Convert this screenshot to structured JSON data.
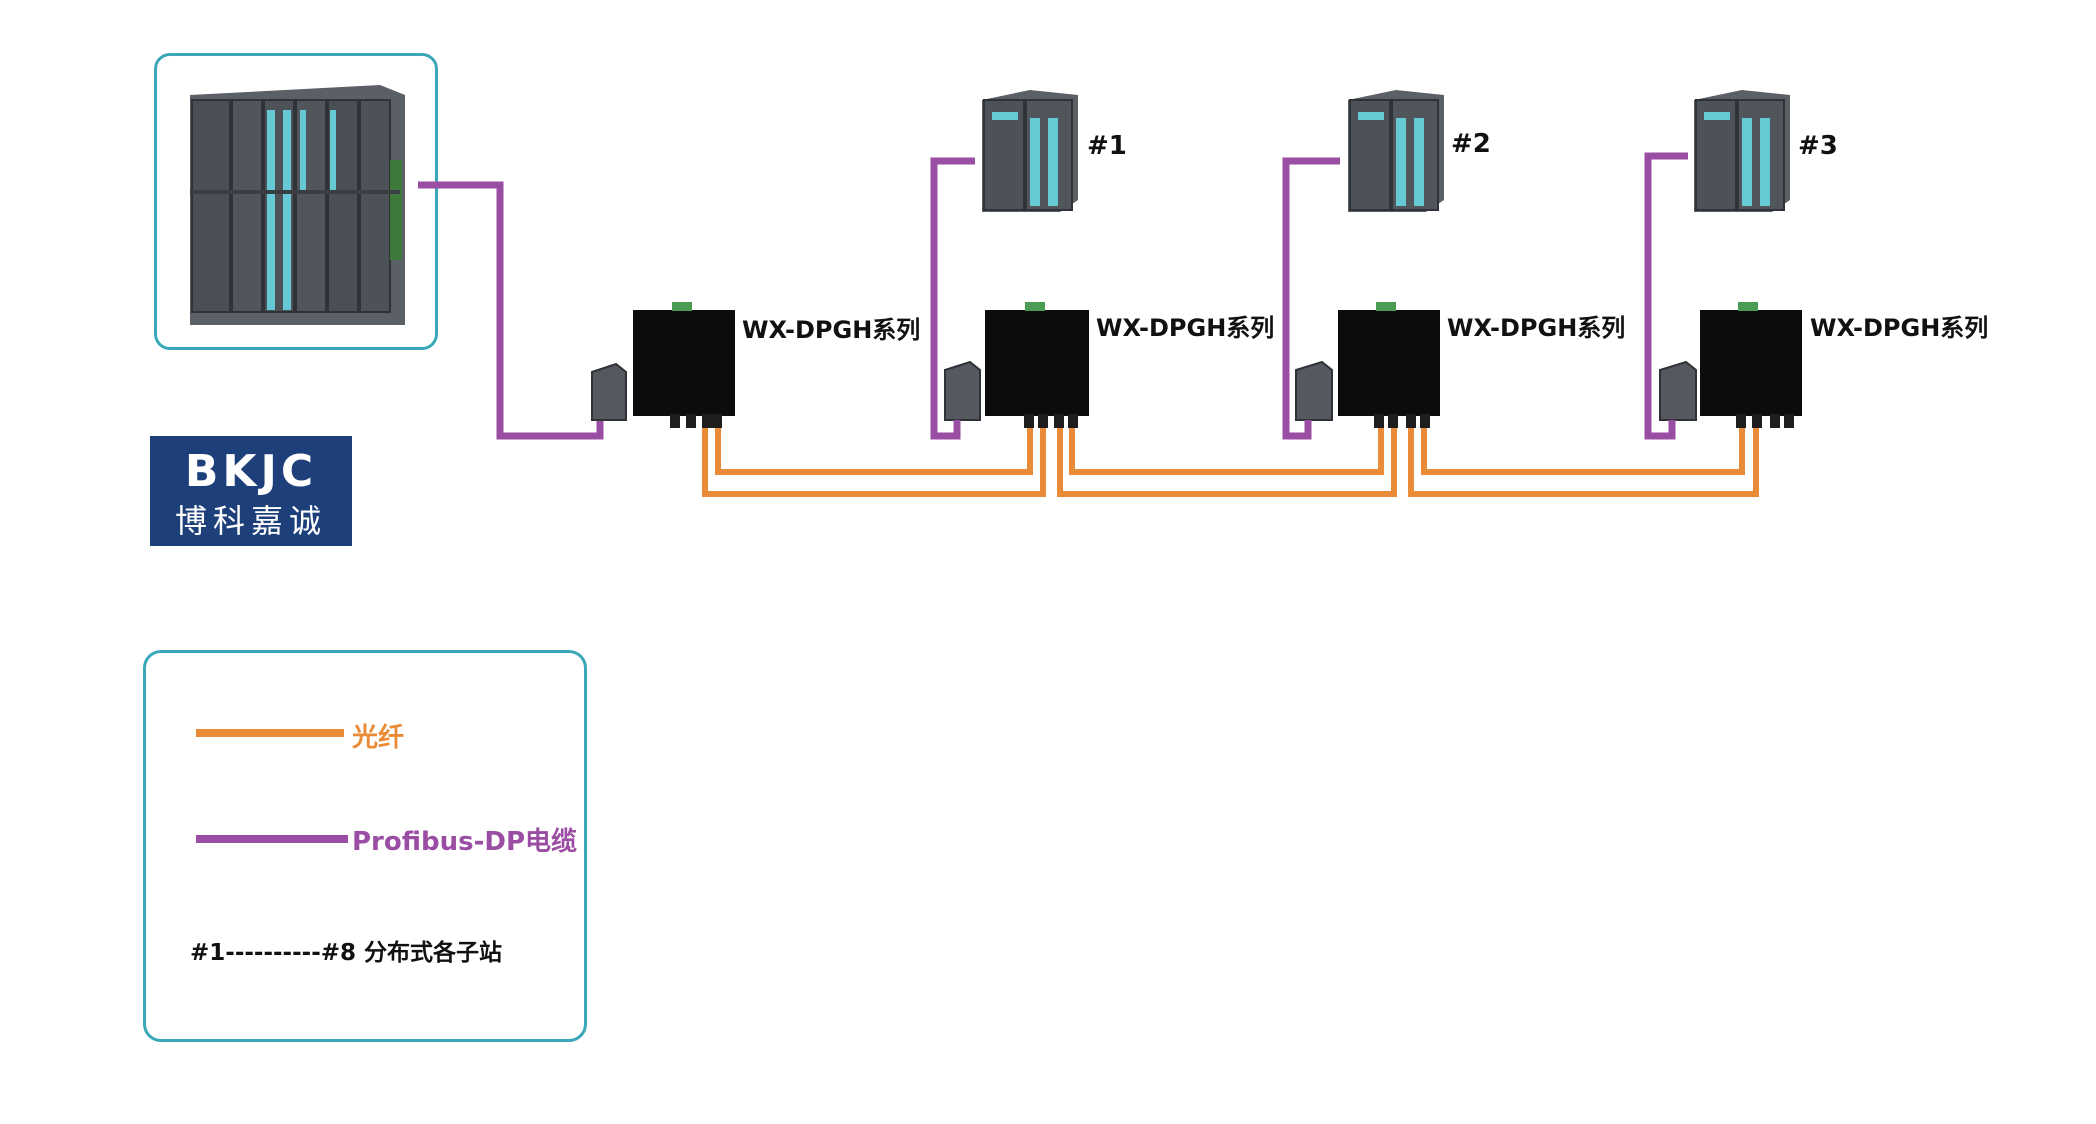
{
  "colors": {
    "fiber": "#ea8c37",
    "profibus": "#9a4ea3",
    "frame": "#3aa8b8",
    "logo_bg": "#1d3f7a"
  },
  "converters": [
    {
      "label": "WX-DPGH系列"
    },
    {
      "label": "WX-DPGH系列"
    },
    {
      "label": "WX-DPGH系列"
    },
    {
      "label": "WX-DPGH系列"
    }
  ],
  "stations": [
    {
      "label": "#1"
    },
    {
      "label": "#2"
    },
    {
      "label": "#3"
    }
  ],
  "logo": {
    "latin": "BKJC",
    "chinese": "博科嘉诚"
  },
  "legend": {
    "fiber_label": "光纤",
    "profibus_label": "Profibus-DP电缆",
    "stations_note": "#1----------#8 分布式各子站"
  }
}
